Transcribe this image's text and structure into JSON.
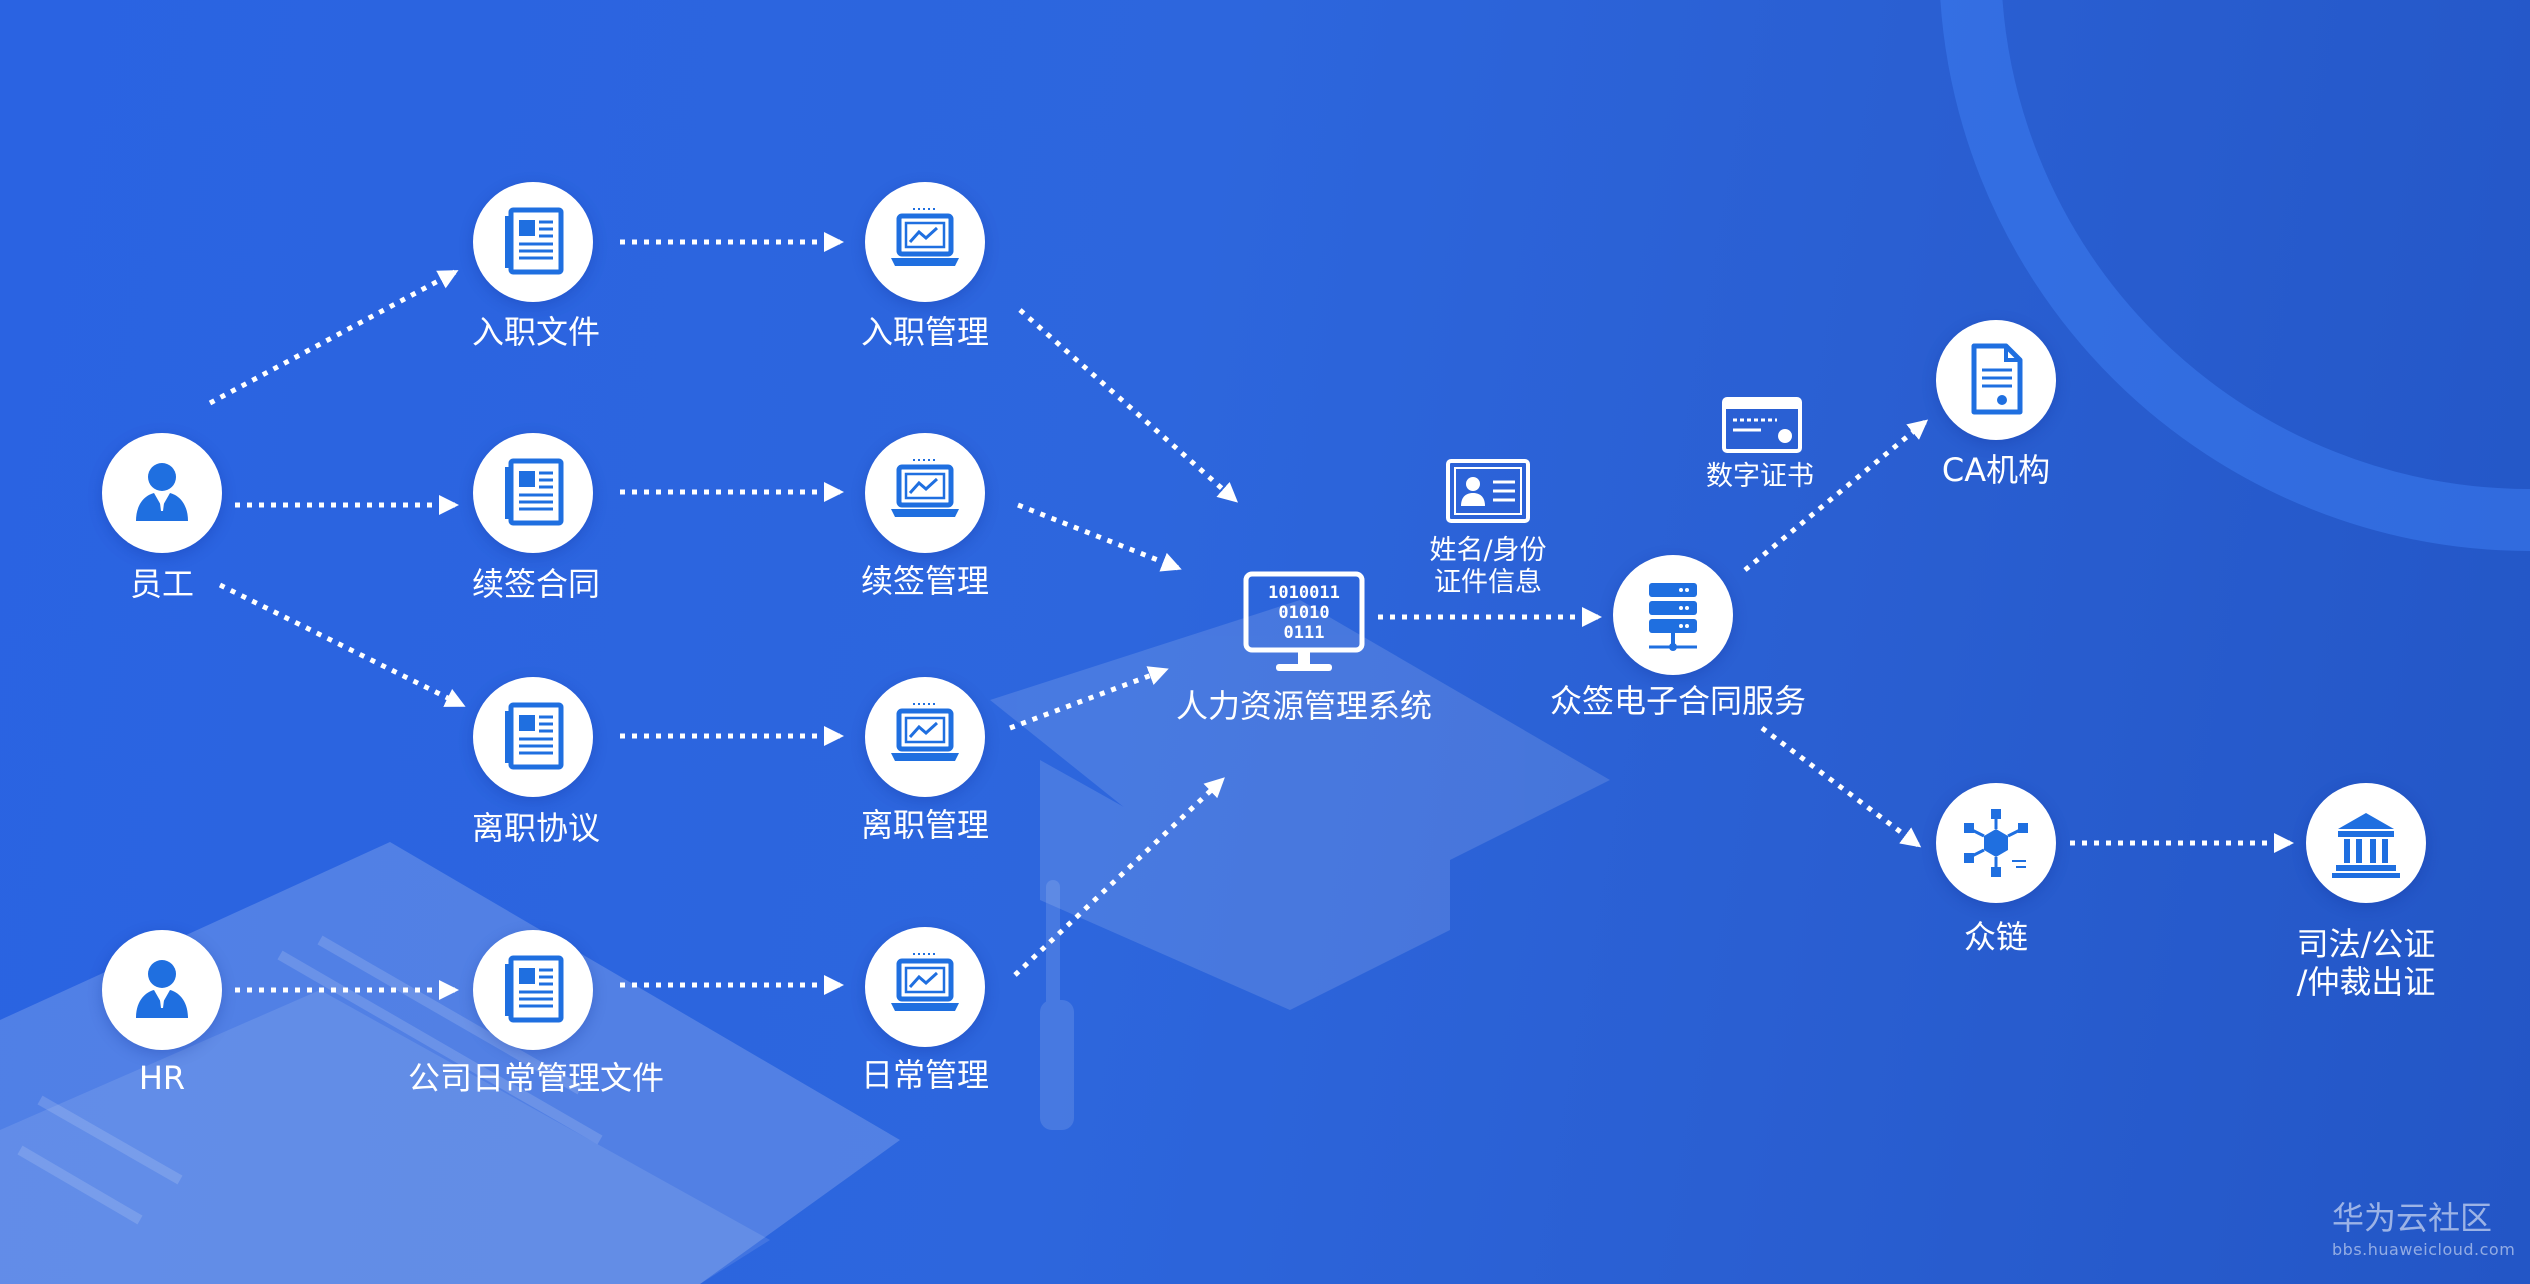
{
  "nodes": {
    "employee": {
      "label": "员工",
      "icon": "person-icon"
    },
    "hr": {
      "label": "HR",
      "icon": "person-icon"
    },
    "onboarding_doc": {
      "label": "入职文件",
      "icon": "document-icon"
    },
    "renewal_contract": {
      "label": "续签合同",
      "icon": "document-icon"
    },
    "resignation_agreement": {
      "label": "离职协议",
      "icon": "document-icon"
    },
    "daily_doc": {
      "label": "公司日常管理文件",
      "icon": "document-icon"
    },
    "onboarding_mgmt": {
      "label": "入职管理",
      "icon": "laptop-chart-icon"
    },
    "renewal_mgmt": {
      "label": "续签管理",
      "icon": "laptop-chart-icon"
    },
    "resignation_mgmt": {
      "label": "离职管理",
      "icon": "laptop-chart-icon"
    },
    "daily_mgmt": {
      "label": "日常管理",
      "icon": "laptop-chart-icon"
    },
    "hr_system": {
      "label": "人力资源管理系统",
      "icon": "binary-monitor-icon"
    },
    "esign_service": {
      "label": "众签电子合同服务",
      "icon": "server-icon"
    },
    "ca": {
      "label": "CA机构",
      "icon": "certificate-file-icon"
    },
    "chain": {
      "label": "众链",
      "icon": "blockchain-network-icon"
    },
    "judicial": {
      "label": "司法/公证\n/仲裁出证",
      "icon": "courthouse-icon"
    }
  },
  "annotations": {
    "id_info": {
      "label": "姓名/身份\n证件信息",
      "icon": "id-card-icon"
    },
    "digital_cert": {
      "label": "数字证书",
      "icon": "digital-certificate-icon"
    }
  },
  "watermark": {
    "brand": "华为云社区",
    "url": "bbs.huaweicloud.com"
  },
  "colors": {
    "background": "#2a63e2",
    "icon_blue": "#1f6fe0",
    "node_fill": "#ffffff",
    "line": "#ffffff"
  }
}
